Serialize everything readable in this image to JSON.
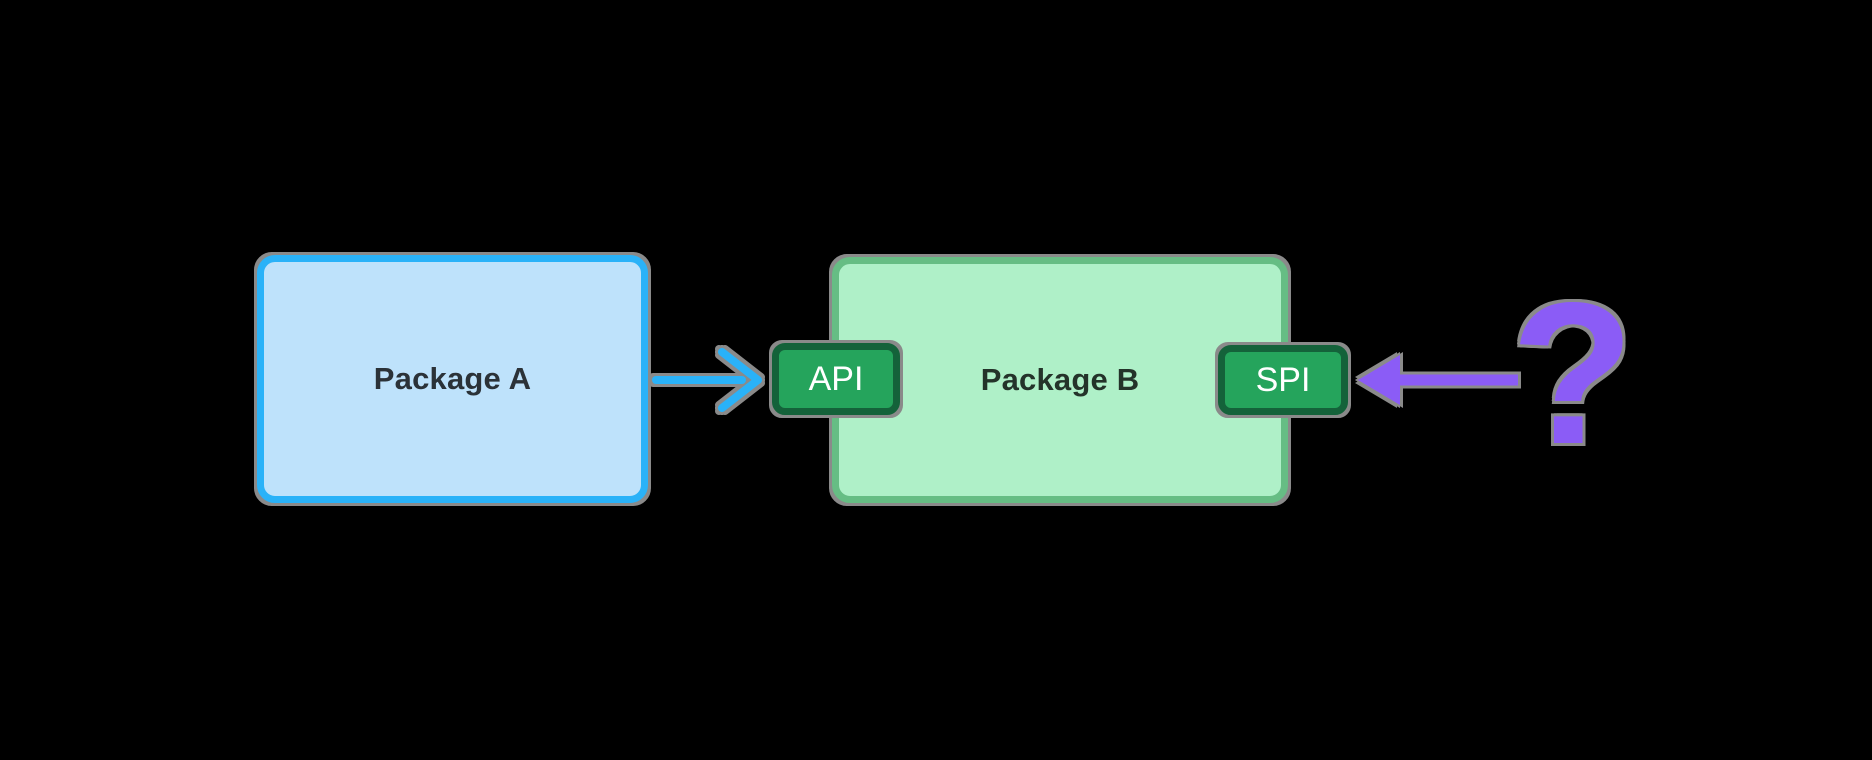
{
  "diagram": {
    "background_color": "#000000",
    "package_a": {
      "label": "Package A",
      "fill_color": "#bee2fb",
      "border_color": "#2ab2f8"
    },
    "package_b": {
      "label": "Package B",
      "fill_color": "#aff0c8",
      "border_color": "#66bd84"
    },
    "api_badge": {
      "label": "API",
      "fill_color": "#25a45c",
      "border_color": "#14623a",
      "text_color": "#ffffff"
    },
    "spi_badge": {
      "label": "SPI",
      "fill_color": "#25a45c",
      "border_color": "#14623a",
      "text_color": "#ffffff"
    },
    "blue_arrow": {
      "direction": "right",
      "color": "#2ab2f8",
      "from": "Package A",
      "to": "API"
    },
    "purple_arrow": {
      "direction": "left",
      "color": "#8b5cf6",
      "from": "question mark",
      "to": "SPI"
    },
    "question_mark": {
      "label": "?",
      "color": "#8b5cf6"
    },
    "halo_color": "#8a8a8a"
  }
}
